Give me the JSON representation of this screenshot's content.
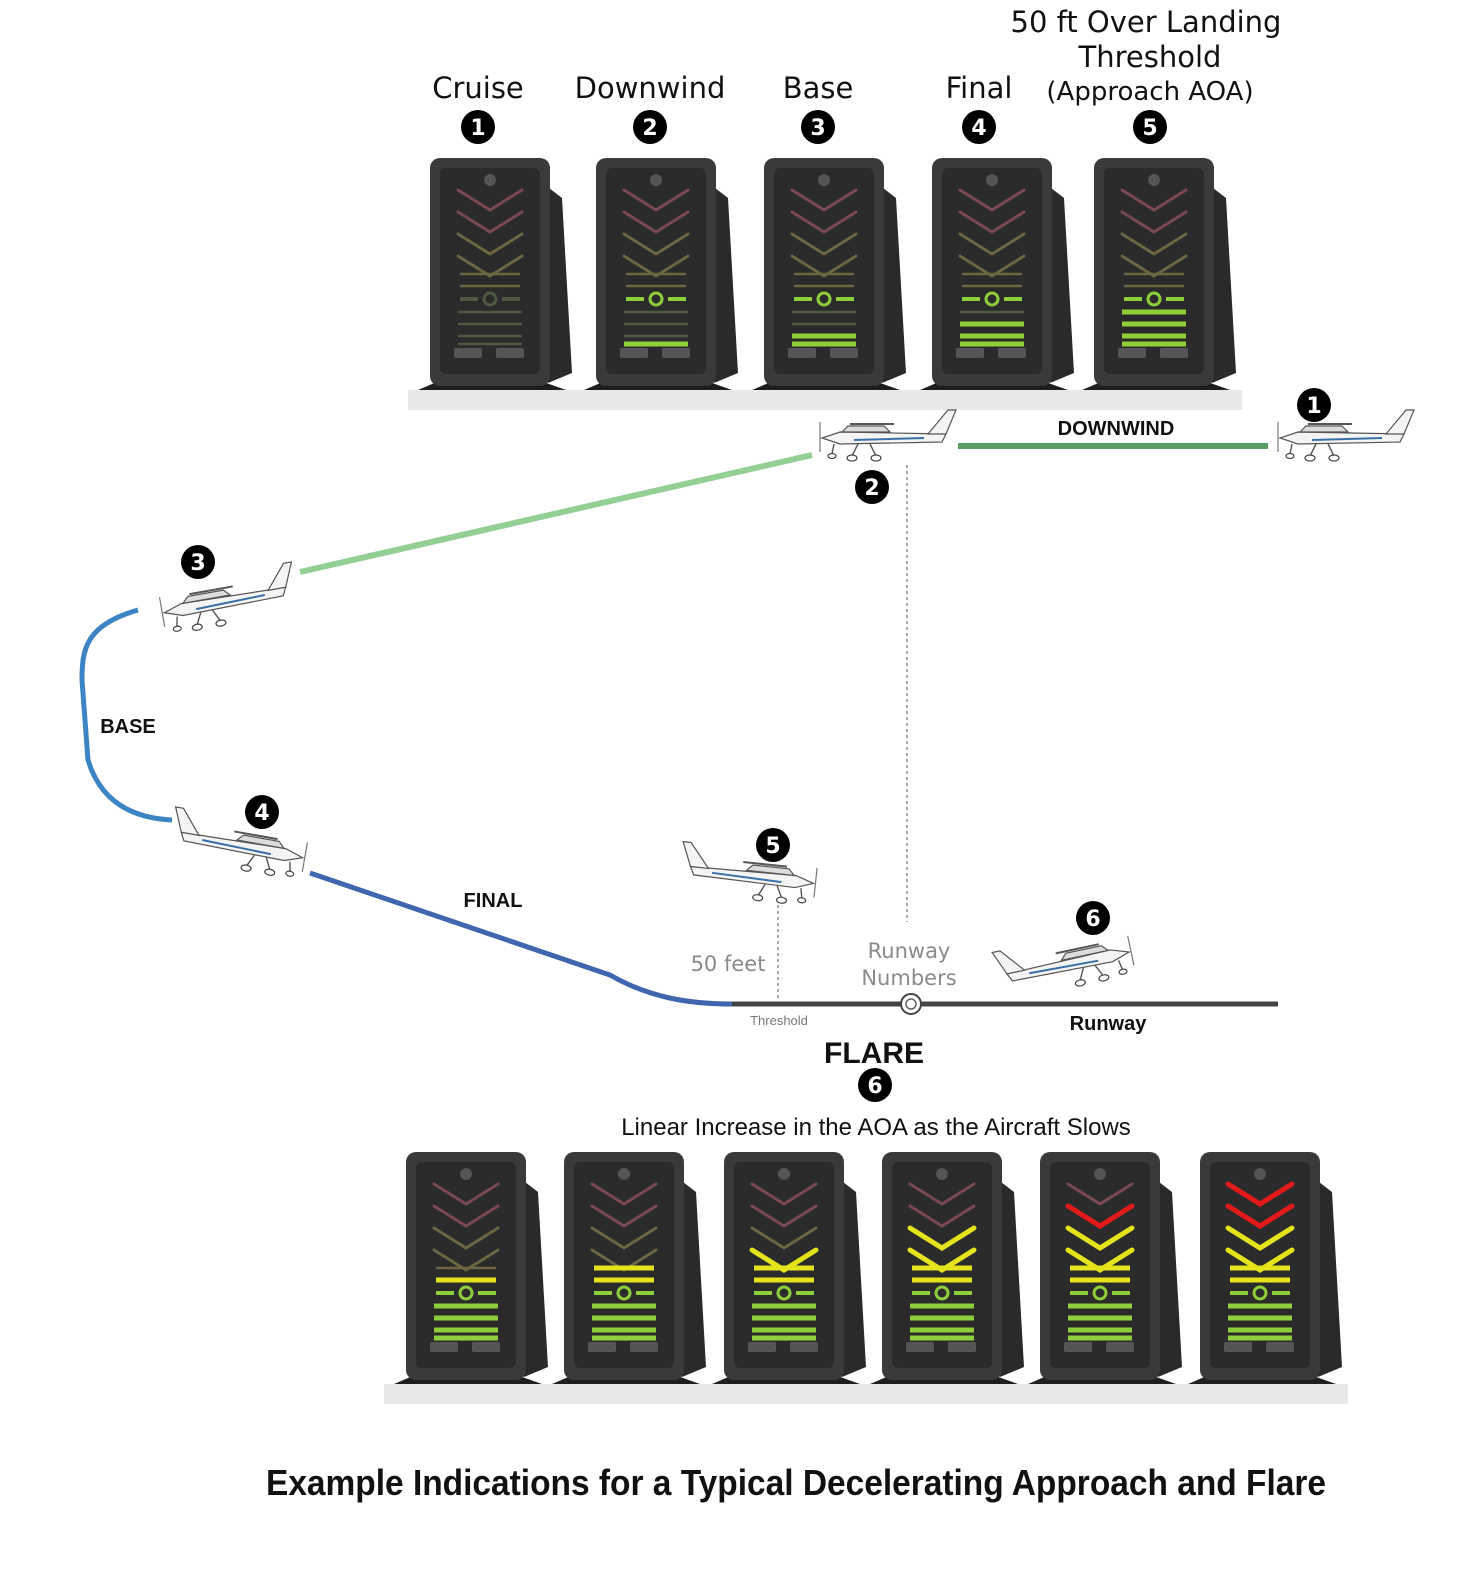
{
  "top_labels": {
    "cruise": "Cruise",
    "downwind": "Downwind",
    "base": "Base",
    "final": "Final",
    "threshold_line1": "50 ft Over Landing",
    "threshold_line2": "Threshold",
    "threshold_line3": "(Approach AOA)"
  },
  "markers": [
    "1",
    "2",
    "3",
    "4",
    "5",
    "6"
  ],
  "legs": {
    "downwind": "DOWNWIND",
    "base": "BASE",
    "final": "FINAL"
  },
  "runway": {
    "fifty_feet": "50 feet",
    "numbers_line1": "Runway",
    "numbers_line2": "Numbers",
    "threshold": "Threshold",
    "runway": "Runway"
  },
  "flare": {
    "title": "FLARE",
    "subtitle": "Linear Increase in the AOA as the Aircraft Slows"
  },
  "caption": "Example Indications for a Typical Decelerating Approach and Flare",
  "colors": {
    "downwind_leg": "#5a9e63",
    "descent_leg": "#93cf95",
    "base_leg": "#3d84c4",
    "final_leg": "#3f66ae",
    "runway": "#444444",
    "indicator_green": "#8ecf3a",
    "indicator_yellow": "#e4e31c",
    "indicator_red": "#e21a1a"
  },
  "indicators_top": [
    {
      "phase": "cruise",
      "red": 0,
      "yellow": 0,
      "bars": 0,
      "green_bars": 0,
      "dot_lit": false
    },
    {
      "phase": "downwind",
      "red": 0,
      "yellow": 0,
      "bars": 0,
      "green_bars": 1,
      "dot_lit": true
    },
    {
      "phase": "base",
      "red": 0,
      "yellow": 0,
      "bars": 0,
      "green_bars": 2,
      "dot_lit": true
    },
    {
      "phase": "final",
      "red": 0,
      "yellow": 0,
      "bars": 0,
      "green_bars": 3,
      "dot_lit": true
    },
    {
      "phase": "threshold",
      "red": 0,
      "yellow": 0,
      "bars": 0,
      "green_bars": 4,
      "dot_lit": true
    }
  ],
  "indicators_flare": [
    {
      "step": 1,
      "red": 0,
      "yellow": 0,
      "bars": 1,
      "green_bars": 4,
      "dot_lit": true
    },
    {
      "step": 2,
      "red": 0,
      "yellow": 0,
      "bars": 2,
      "green_bars": 4,
      "dot_lit": true
    },
    {
      "step": 3,
      "red": 0,
      "yellow": 1,
      "bars": 2,
      "green_bars": 4,
      "dot_lit": true
    },
    {
      "step": 4,
      "red": 0,
      "yellow": 2,
      "bars": 2,
      "green_bars": 4,
      "dot_lit": true
    },
    {
      "step": 5,
      "red": 1,
      "yellow": 2,
      "bars": 2,
      "green_bars": 4,
      "dot_lit": true
    },
    {
      "step": 6,
      "red": 2,
      "yellow": 2,
      "bars": 2,
      "green_bars": 4,
      "dot_lit": true
    }
  ]
}
